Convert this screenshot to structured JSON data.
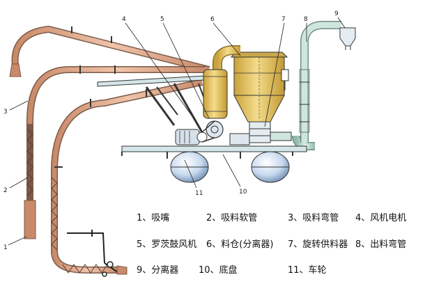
{
  "callouts": {
    "c1": "1",
    "c2": "2",
    "c3": "3",
    "c4": "4",
    "c5": "5",
    "c6": "6",
    "c7": "7",
    "c8": "8",
    "c9": "9",
    "c10": "10",
    "c11": "11"
  },
  "legend": [
    "1、吸嘴",
    "2、吸料软管",
    "3、吸料弯管",
    "4、风机电机",
    "5、罗茨鼓风机",
    "6、料仓(分离器)",
    "7、旋转供料器",
    "8、出料弯管",
    "9、分离器",
    "10、底盘",
    "11、车轮"
  ],
  "colors": {
    "hose": "#d9a384",
    "hose_stroke": "#7a5a48",
    "silo": "#e6c55a",
    "pipe_outlet": "#b9d8cf",
    "chassis": "#d5e6e8",
    "wheel": "#cfe0f2"
  }
}
